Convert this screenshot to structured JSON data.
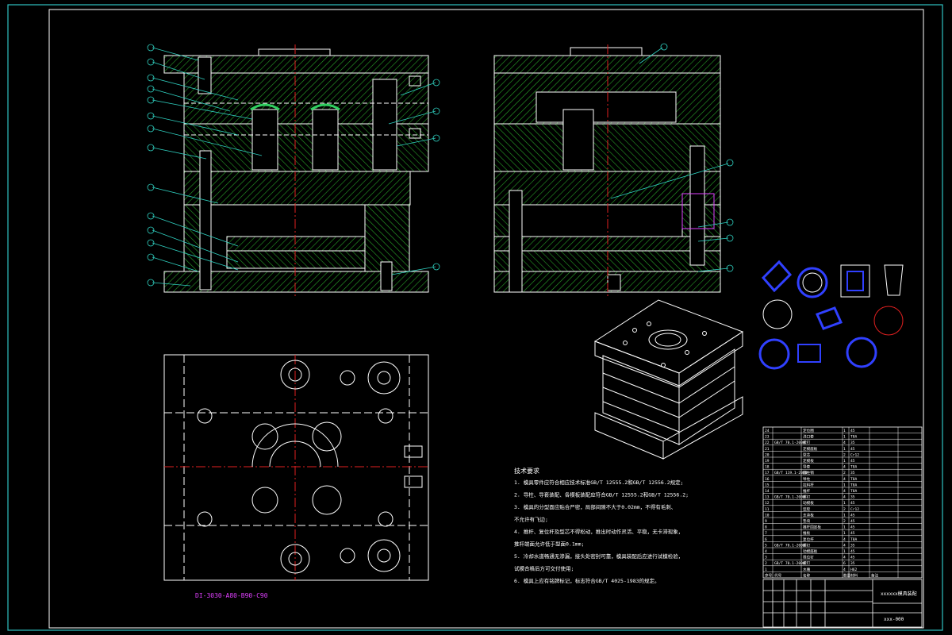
{
  "drawing": {
    "part_code": "DI-3030-A80-B90-C90",
    "notes_title": "技术要求",
    "notes": [
      "1. 模具零件应符合相应技术标准GB/T 12555.2和GB/T 12556.2规定;",
      "2. 导柱、导套装配、各模板装配应符合GB/T 12555.2和GB/T 12556.2;",
      "3. 模具的分型面应贴合严密，局部间隙不大于0.02mm，不得有毛刺、",
      "   不允许有飞边;",
      "4. 推杆、复位杆及型芯不得松动，推出时动作灵活、平稳，无卡滞现象，",
      "   推杆端面允许低于型面0.1mm;",
      "5. 冷却水道畅通无渗漏，接头处密封可靠，模具装配后应进行试模检验，",
      "   试模合格后方可交付使用;",
      "6. 模具上应有铭牌标记，标志符合GB/T 4025-1983的规定。"
    ],
    "title_block": {
      "drawing_name": "xxxxxx模具装配",
      "drawing_number": "xxx-000"
    },
    "bom_rows": [
      {
        "no": "24",
        "std": "",
        "name": "定位圈",
        "qty": "1",
        "mat": "45",
        "note": ""
      },
      {
        "no": "23",
        "std": "",
        "name": "浇口套",
        "qty": "1",
        "mat": "T8A",
        "note": ""
      },
      {
        "no": "22",
        "std": "GB/T 70.1-2000",
        "name": "螺钉",
        "qty": "4",
        "mat": "35",
        "note": ""
      },
      {
        "no": "21",
        "std": "",
        "name": "定模座板",
        "qty": "1",
        "mat": "45",
        "note": ""
      },
      {
        "no": "20",
        "std": "",
        "name": "型芯",
        "qty": "2",
        "mat": "Cr12",
        "note": ""
      },
      {
        "no": "19",
        "std": "",
        "name": "定模板",
        "qty": "1",
        "mat": "45",
        "note": ""
      },
      {
        "no": "18",
        "std": "",
        "name": "导套",
        "qty": "4",
        "mat": "T8A",
        "note": ""
      },
      {
        "no": "17",
        "std": "GB/T 119.1-2000",
        "name": "圆柱销",
        "qty": "2",
        "mat": "35",
        "note": ""
      },
      {
        "no": "16",
        "std": "",
        "name": "导柱",
        "qty": "4",
        "mat": "T8A",
        "note": ""
      },
      {
        "no": "15",
        "std": "",
        "name": "拉料杆",
        "qty": "1",
        "mat": "T8A",
        "note": ""
      },
      {
        "no": "14",
        "std": "",
        "name": "推杆",
        "qty": "4",
        "mat": "T8A",
        "note": ""
      },
      {
        "no": "13",
        "std": "GB/T 70.1-2000",
        "name": "螺钉",
        "qty": "4",
        "mat": "35",
        "note": ""
      },
      {
        "no": "12",
        "std": "",
        "name": "动模板",
        "qty": "1",
        "mat": "45",
        "note": ""
      },
      {
        "no": "11",
        "std": "",
        "name": "型腔",
        "qty": "2",
        "mat": "Cr12",
        "note": ""
      },
      {
        "no": "10",
        "std": "",
        "name": "支承板",
        "qty": "1",
        "mat": "45",
        "note": ""
      },
      {
        "no": "9",
        "std": "",
        "name": "垫块",
        "qty": "2",
        "mat": "45",
        "note": ""
      },
      {
        "no": "8",
        "std": "",
        "name": "推杆固定板",
        "qty": "1",
        "mat": "45",
        "note": ""
      },
      {
        "no": "7",
        "std": "",
        "name": "推板",
        "qty": "1",
        "mat": "45",
        "note": ""
      },
      {
        "no": "6",
        "std": "",
        "name": "复位杆",
        "qty": "4",
        "mat": "T8A",
        "note": ""
      },
      {
        "no": "5",
        "std": "GB/T 70.1-2000",
        "name": "螺钉",
        "qty": "4",
        "mat": "35",
        "note": ""
      },
      {
        "no": "4",
        "std": "",
        "name": "动模座板",
        "qty": "1",
        "mat": "45",
        "note": ""
      },
      {
        "no": "3",
        "std": "",
        "name": "限位钉",
        "qty": "4",
        "mat": "45",
        "note": ""
      },
      {
        "no": "2",
        "std": "GB/T 70.1-2000",
        "name": "螺钉",
        "qty": "6",
        "mat": "35",
        "note": ""
      },
      {
        "no": "1",
        "std": "",
        "name": "水嘴",
        "qty": "4",
        "mat": "H62",
        "note": ""
      }
    ],
    "bom_header": {
      "no": "序号",
      "std": "代号",
      "name": "名称",
      "qty": "数量",
      "mat": "材料",
      "note": "备注"
    }
  }
}
